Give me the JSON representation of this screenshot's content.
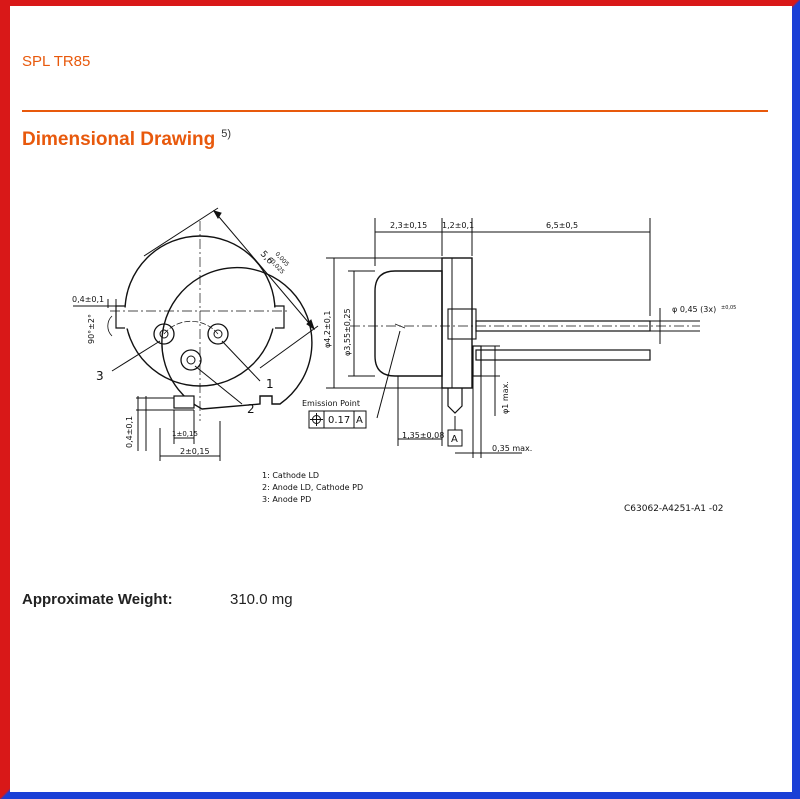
{
  "document": {
    "product_title": "SPL TR85",
    "section_title": "Dimensional Drawing",
    "section_footnote": "5)"
  },
  "drawing": {
    "dims": {
      "diameter_5_6": "5,6",
      "tol_5_6_upper": "0,005",
      "tol_5_6_lower": "-0,025",
      "d04": "0,4±0,1",
      "angle": "90°±2°",
      "d04_vert": "0,4±0,1",
      "d1": "1±0,15",
      "d2": "2±0,15",
      "d2_3": "2,3±0,15",
      "d1_2": "1,2±0,1",
      "d6_5": "6,5±0,5",
      "dia_4_2": "φ4,2±0,1",
      "dia_3_55": "φ3,55±0,25",
      "pin_dia": "φ 0,45 (3x)",
      "pin_tol": "±0,05",
      "d1_35": "1,35±0,08",
      "d1max": "φ1 max.",
      "d035": "0,35 max.",
      "emission_point": "Emission Point",
      "tolerance": "0.17",
      "datum": "A",
      "datum_box": "A"
    },
    "pin_numbers": [
      "1",
      "2",
      "3"
    ],
    "legend": [
      "1: Cathode LD",
      "2: Anode LD, Cathode PD",
      "3: Anode PD"
    ],
    "drawing_code": "C63062-A4251-A1 -02"
  },
  "weight": {
    "label": "Approximate Weight:",
    "value": "310.0 mg"
  },
  "colors": {
    "accent": "#e8590c",
    "frame_red": "#d91818",
    "frame_blue": "#1a3fd6"
  }
}
